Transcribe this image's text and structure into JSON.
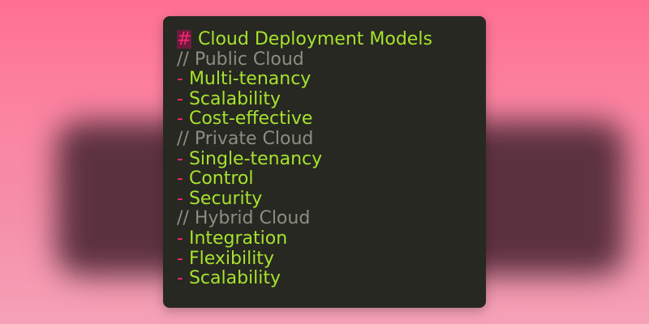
{
  "editor": {
    "heading_marker": "#",
    "heading": "Cloud Deployment Models",
    "bullet": "-",
    "sections": [
      {
        "comment": "// Public Cloud",
        "items": [
          "Multi-tenancy",
          "Scalability",
          "Cost-effective"
        ]
      },
      {
        "comment": "// Private Cloud",
        "items": [
          "Single-tenancy",
          "Control",
          "Security"
        ]
      },
      {
        "comment": "// Hybrid Cloud",
        "items": [
          "Integration",
          "Flexibility",
          "Scalability"
        ]
      }
    ]
  },
  "colors": {
    "panel_background": "#272822",
    "heading_text": "#a6e22e",
    "marker_and_dash": "#f92672",
    "comment_text": "#8e8d82",
    "page_gradient_top": "#ff6f93",
    "page_gradient_bottom": "#f5a1b7"
  }
}
